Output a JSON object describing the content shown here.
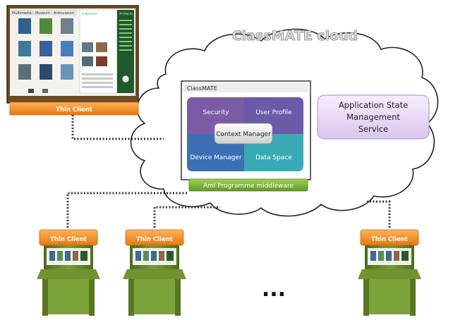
{
  "cloud": {
    "title": "ClassMATE cloud",
    "classmate_box_title": "ClassMATE",
    "modules": {
      "security": "Security",
      "user_profile": "User Profile",
      "context_manager": "Context Manager",
      "device_manager": "Device Manager",
      "data_space": "Data Space"
    },
    "middleware": "AmI Programme middleware",
    "app_state": [
      "Application State",
      "Management",
      "Service"
    ]
  },
  "clients": {
    "main_label": "Thin Client",
    "kiosk_labels": [
      "Thin Client",
      "Thin Client",
      "Thin Client"
    ]
  },
  "ellipsis": "...",
  "screen": {
    "header": "Multimedia - Museum - Artmuseum",
    "side_header": "Collection",
    "side_title": "Artifacts"
  },
  "colors": {
    "orange": "#f08a1e",
    "purple": "#7b5ba6",
    "blue": "#3f73b8",
    "teal": "#3aa9b6",
    "green": "#6aaa2e",
    "kiosk_green": "#5f7d2a"
  }
}
